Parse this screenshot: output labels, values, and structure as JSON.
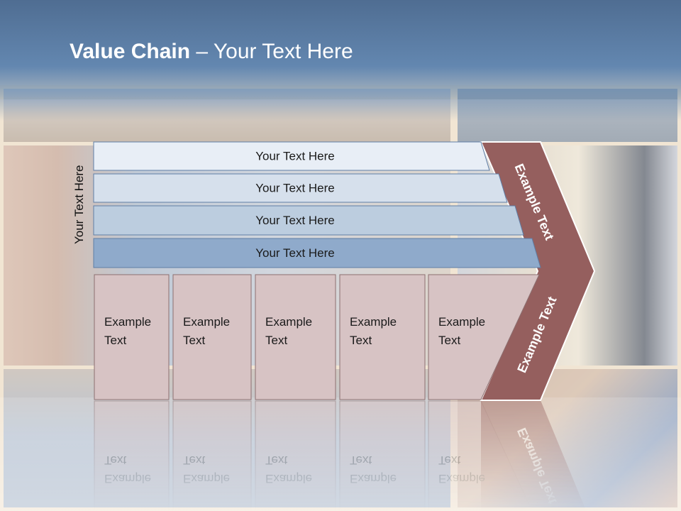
{
  "title": {
    "bold": "Value Chain",
    "rest": " – Your Text Here"
  },
  "side_label": "Your Text Here",
  "bands": [
    {
      "label": "Your Text Here",
      "color": "#e8eef6"
    },
    {
      "label": "Your Text Here",
      "color": "#d6e0ec"
    },
    {
      "label": "Your Text Here",
      "color": "#bccddf"
    },
    {
      "label": "Your Text Here",
      "color": "#8faacb"
    }
  ],
  "cells": [
    {
      "line1": "Example",
      "line2": "Text"
    },
    {
      "line1": "Example",
      "line2": "Text"
    },
    {
      "line1": "Example",
      "line2": "Text"
    },
    {
      "line1": "Example",
      "line2": "Text"
    },
    {
      "line1": "Example",
      "line2": "Text"
    }
  ],
  "arrow": {
    "upper_label": "Example Text",
    "lower_label": "Example Text",
    "color": "#955f5e"
  },
  "colors": {
    "cell_fill": "#d7c3c4",
    "band_stroke": "#5f7ea6",
    "header_blue": "#5b7fa8"
  }
}
